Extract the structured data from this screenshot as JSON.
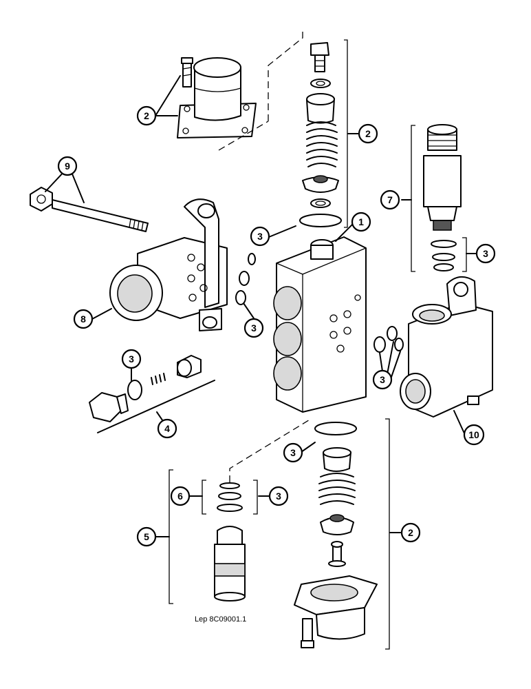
{
  "diagram": {
    "reference_code": "Lep 8C09001.1"
  },
  "callouts": [
    {
      "id": "c-1",
      "number": "1"
    },
    {
      "id": "c-2a",
      "number": "2"
    },
    {
      "id": "c-2b",
      "number": "2"
    },
    {
      "id": "c-2c",
      "number": "2"
    },
    {
      "id": "c-3a",
      "number": "3"
    },
    {
      "id": "c-3b",
      "number": "3"
    },
    {
      "id": "c-3c",
      "number": "3"
    },
    {
      "id": "c-3d",
      "number": "3"
    },
    {
      "id": "c-3e",
      "number": "3"
    },
    {
      "id": "c-3f",
      "number": "3"
    },
    {
      "id": "c-3g",
      "number": "3"
    },
    {
      "id": "c-4",
      "number": "4"
    },
    {
      "id": "c-5",
      "number": "5"
    },
    {
      "id": "c-6",
      "number": "6"
    },
    {
      "id": "c-7",
      "number": "7"
    },
    {
      "id": "c-8",
      "number": "8"
    },
    {
      "id": "c-9",
      "number": "9"
    },
    {
      "id": "c-10",
      "number": "10"
    }
  ]
}
